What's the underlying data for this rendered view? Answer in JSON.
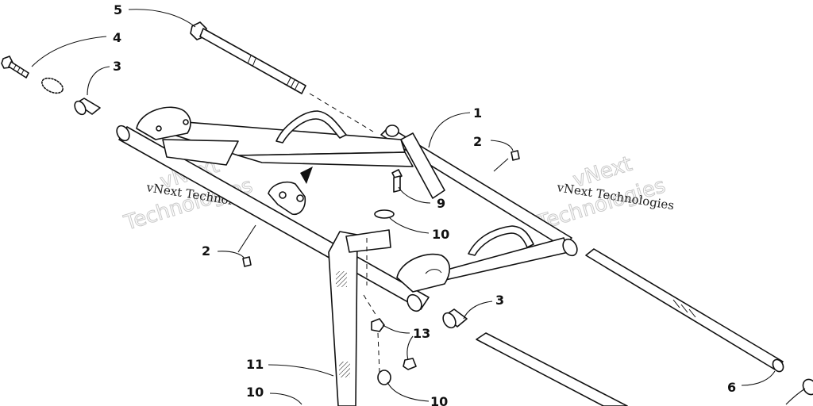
{
  "watermark": {
    "brand": "vNext Technologies",
    "line1": "vNext",
    "line2": "Technologies"
  },
  "callouts": [
    {
      "id": "c5",
      "label": "5"
    },
    {
      "id": "c4",
      "label": "4"
    },
    {
      "id": "c3a",
      "label": "3"
    },
    {
      "id": "c1",
      "label": "1"
    },
    {
      "id": "c2a",
      "label": "2"
    },
    {
      "id": "c2b",
      "label": "2"
    },
    {
      "id": "c9",
      "label": "9"
    },
    {
      "id": "c10a",
      "label": "10"
    },
    {
      "id": "c3b",
      "label": "3"
    },
    {
      "id": "c13",
      "label": "13"
    },
    {
      "id": "c11",
      "label": "11"
    },
    {
      "id": "c10b",
      "label": "10"
    },
    {
      "id": "c10c",
      "label": "10"
    },
    {
      "id": "c6",
      "label": "6"
    }
  ]
}
